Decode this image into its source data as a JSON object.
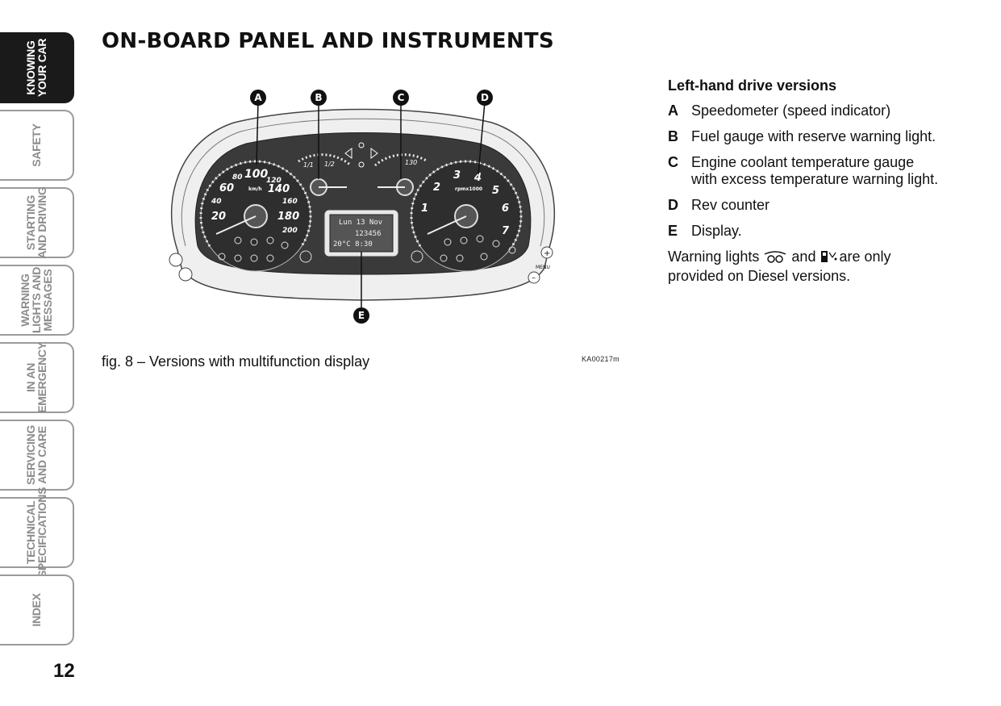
{
  "side_tabs": [
    {
      "label": "KNOWING\nYOUR CAR",
      "active": true
    },
    {
      "label": "SAFETY",
      "active": false
    },
    {
      "label": "STARTING\nAND DRIVING",
      "active": false
    },
    {
      "label": "WARNING\nLIGHTS AND\nMESSAGES",
      "active": false
    },
    {
      "label": "IN AN\nEMERGENCY",
      "active": false
    },
    {
      "label": "SERVICING\nAND CARE",
      "active": false
    },
    {
      "label": "TECHNICAL\nSPECIFICATIONS",
      "active": false
    },
    {
      "label": "INDEX",
      "active": false
    }
  ],
  "page_number": "12",
  "title": "ON-BOARD PANEL AND INSTRUMENTS",
  "figure": {
    "caption": "fig. 8 – Versions with multifunction display",
    "code": "KA00217m",
    "callouts": [
      "A",
      "B",
      "C",
      "D",
      "E"
    ],
    "speedometer": {
      "ticks": [
        "20",
        "40",
        "60",
        "80",
        "100",
        "120",
        "140",
        "160",
        "180",
        "200"
      ],
      "unit": "km/h"
    },
    "rev_counter": {
      "ticks": [
        "1",
        "2",
        "3",
        "4",
        "5",
        "6",
        "7"
      ],
      "unit": "rpmx1000"
    },
    "fuel_gauge": {
      "ticks": [
        "1/1",
        "1/2"
      ]
    },
    "coolant_gauge": {
      "ticks": [
        "130"
      ]
    },
    "display": {
      "line1": "Lun 13 Nov",
      "line2": "123456",
      "line3": "20°C 8:30"
    },
    "menu_label": "MENU"
  },
  "right": {
    "heading": "Left-hand drive versions",
    "items": [
      {
        "letter": "A",
        "text": "Speedometer (speed indicator)"
      },
      {
        "letter": "B",
        "text": "Fuel gauge with reserve warning light."
      },
      {
        "letter": "C",
        "text": "Engine coolant temperature gauge with excess temperature warning light."
      },
      {
        "letter": "D",
        "text": "Rev counter"
      },
      {
        "letter": "E",
        "text": "Display."
      }
    ],
    "note_part1": "Warning lights",
    "note_and": "and",
    "note_part2": "are only provided on Diesel versions."
  },
  "icons": [
    "glow-plug-icon",
    "water-in-fuel-icon"
  ]
}
